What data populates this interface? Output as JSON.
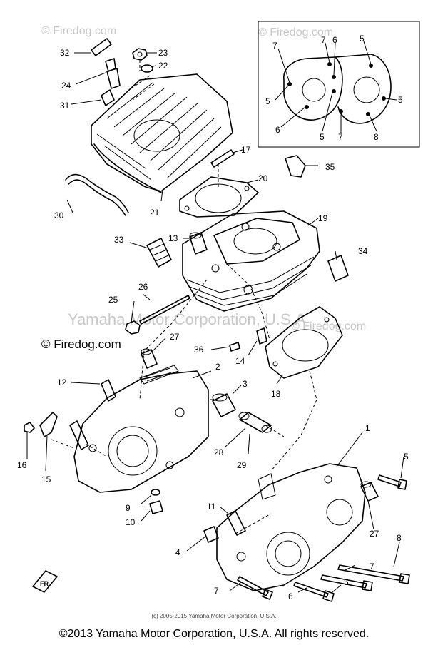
{
  "watermarks": [
    "© Firedog.com",
    "© Firedog.com",
    "© Firedog.com",
    "© Firedog.com",
    "Yamaha Motor Corporation, U.S.A"
  ],
  "callouts": [
    {
      "id": "32",
      "text": "32"
    },
    {
      "id": "23",
      "text": "23"
    },
    {
      "id": "22",
      "text": "22"
    },
    {
      "id": "24",
      "text": "24"
    },
    {
      "id": "31",
      "text": "31"
    },
    {
      "id": "30",
      "text": "30"
    },
    {
      "id": "21",
      "text": "21"
    },
    {
      "id": "17",
      "text": "17"
    },
    {
      "id": "20",
      "text": "20"
    },
    {
      "id": "35",
      "text": "35"
    },
    {
      "id": "19",
      "text": "19"
    },
    {
      "id": "33",
      "text": "33"
    },
    {
      "id": "13",
      "text": "13"
    },
    {
      "id": "34",
      "text": "34"
    },
    {
      "id": "26",
      "text": "26"
    },
    {
      "id": "25",
      "text": "25"
    },
    {
      "id": "27a",
      "text": "27"
    },
    {
      "id": "36",
      "text": "36"
    },
    {
      "id": "14",
      "text": "14"
    },
    {
      "id": "18",
      "text": "18"
    },
    {
      "id": "2",
      "text": "2"
    },
    {
      "id": "12",
      "text": "12"
    },
    {
      "id": "3",
      "text": "3"
    },
    {
      "id": "1",
      "text": "1"
    },
    {
      "id": "16",
      "text": "16"
    },
    {
      "id": "15",
      "text": "15"
    },
    {
      "id": "28",
      "text": "28"
    },
    {
      "id": "29",
      "text": "29"
    },
    {
      "id": "5a",
      "text": "5"
    },
    {
      "id": "9",
      "text": "9"
    },
    {
      "id": "10",
      "text": "10"
    },
    {
      "id": "11",
      "text": "11"
    },
    {
      "id": "27b",
      "text": "27"
    },
    {
      "id": "4",
      "text": "4"
    },
    {
      "id": "8a",
      "text": "8"
    },
    {
      "id": "7a",
      "text": "7"
    },
    {
      "id": "5b",
      "text": "5"
    },
    {
      "id": "7b",
      "text": "7"
    },
    {
      "id": "6a",
      "text": "6"
    },
    {
      "id": "fr",
      "text": "FR"
    }
  ],
  "inset_callouts": [
    {
      "id": "i7a",
      "text": "7"
    },
    {
      "id": "i6a",
      "text": "6"
    },
    {
      "id": "i5a",
      "text": "5"
    },
    {
      "id": "i7b",
      "text": "7"
    },
    {
      "id": "i5b",
      "text": "5"
    },
    {
      "id": "i5c",
      "text": "5"
    },
    {
      "id": "i6b",
      "text": "6"
    },
    {
      "id": "i5d",
      "text": "5"
    },
    {
      "id": "i7c",
      "text": "7"
    },
    {
      "id": "i8",
      "text": "8"
    }
  ],
  "footer": {
    "small": "(c) 2005-2015 Yamaha Motor Corporation, U.S.A.",
    "main": "©2013 Yamaha Motor Corporation, U.S.A. All rights reserved."
  }
}
